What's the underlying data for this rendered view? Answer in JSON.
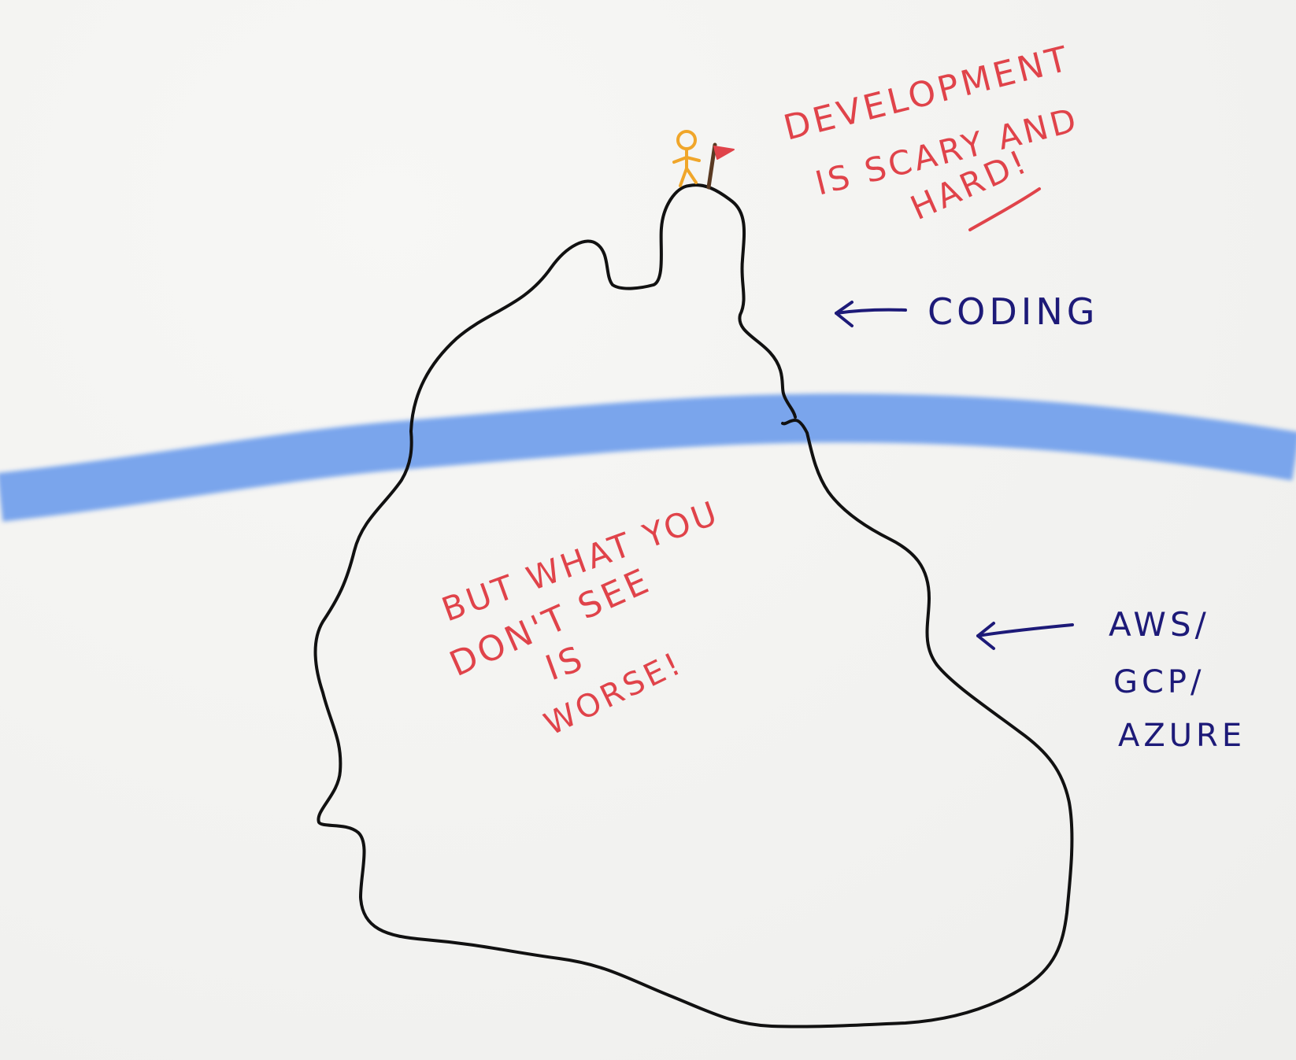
{
  "annotations": {
    "top_note": {
      "line1": "DEVELOPMENT",
      "line2": "IS SCARY AND",
      "line3": "HARD!"
    },
    "coding_label": "CODING",
    "hidden_note": {
      "line1": "BUT WHAT YOU",
      "line2": "DON'T SEE",
      "line3": "IS",
      "line4": "WORSE!"
    },
    "cloud_label": {
      "line1": "AWS/",
      "line2": "GCP/",
      "line3": "AZURE"
    }
  },
  "colors": {
    "outline": "#111111",
    "water": "#6f9fec",
    "red_ink": "#e0434a",
    "navy_ink": "#1d1a78",
    "figure": "#f0a62a",
    "flag": "#e0434a",
    "pole": "#5a3a22"
  },
  "icons": {
    "figure": "stick-figure-icon",
    "flag": "flag-icon",
    "arrow": "left-arrow-icon"
  }
}
